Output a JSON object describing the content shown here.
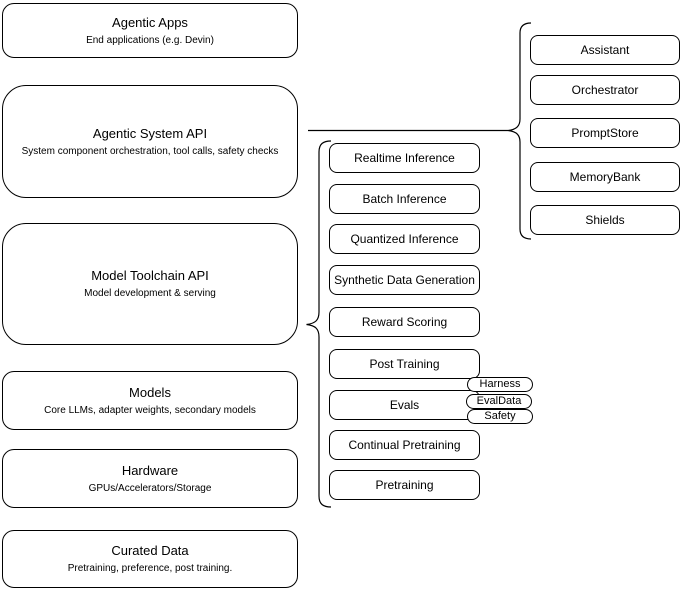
{
  "canvas": {
    "background": "#ffffff",
    "stroke_color": "#000000",
    "text_color": "#000000"
  },
  "left_stack": {
    "items": [
      {
        "title": "Agentic Apps",
        "subtitle": "End applications (e.g. Devin)"
      },
      {
        "title": "Agentic System API",
        "subtitle": "System component orchestration, tool calls, safety checks"
      },
      {
        "title": "Model Toolchain API",
        "subtitle": "Model development & serving"
      },
      {
        "title": "Models",
        "subtitle": "Core LLMs, adapter weights, secondary models"
      },
      {
        "title": "Hardware",
        "subtitle": "GPUs/Accelerators/Storage"
      },
      {
        "title": "Curated Data",
        "subtitle": "Pretraining, preference, post training."
      }
    ]
  },
  "toolchain_group": {
    "items": [
      {
        "label": "Realtime Inference"
      },
      {
        "label": "Batch Inference"
      },
      {
        "label": "Quantized Inference"
      },
      {
        "label": "Synthetic Data Generation"
      },
      {
        "label": "Reward Scoring"
      },
      {
        "label": "Post Training"
      },
      {
        "label": "Evals"
      },
      {
        "label": "Continual Pretraining"
      },
      {
        "label": "Pretraining"
      }
    ],
    "evals_tags": [
      {
        "label": "Harness"
      },
      {
        "label": "EvalData"
      },
      {
        "label": "Safety"
      }
    ]
  },
  "system_group": {
    "items": [
      {
        "label": "Assistant"
      },
      {
        "label": "Orchestrator"
      },
      {
        "label": "PromptStore"
      },
      {
        "label": "MemoryBank"
      },
      {
        "label": "Shields"
      }
    ]
  }
}
